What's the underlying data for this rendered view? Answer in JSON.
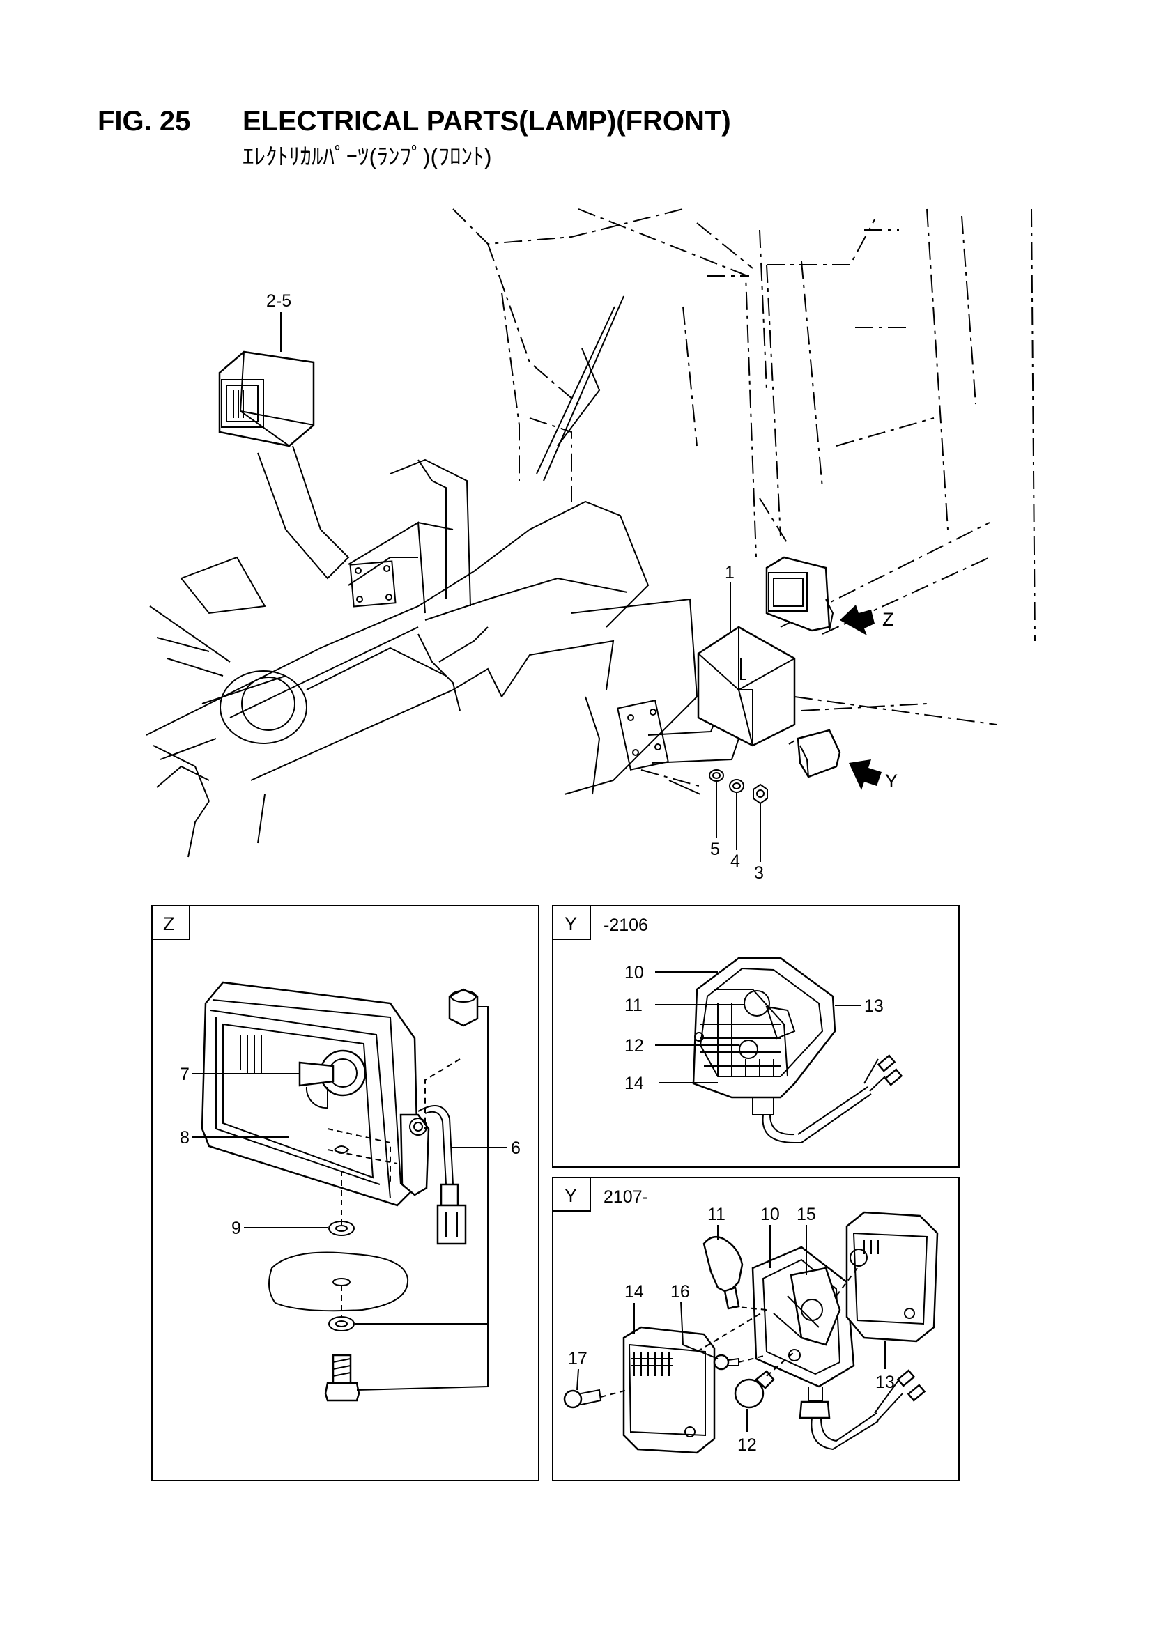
{
  "header": {
    "fig_number": "FIG. 25",
    "title": "ELECTRICAL PARTS(LAMP)(FRONT)",
    "subtitle": "ｴﾚｸﾄﾘｶﾙﾊﾟｰﾂ(ﾗﾝﾌﾟ)(ﾌﾛﾝﾄ)"
  },
  "overview": {
    "callouts": [
      "2-5",
      "1",
      "5",
      "4",
      "3"
    ],
    "views": [
      "Z",
      "Y"
    ]
  },
  "detail_z": {
    "view_label": "Z",
    "callouts": [
      "7",
      "8",
      "9",
      "6"
    ]
  },
  "detail_y1": {
    "view_label": "Y",
    "serial_range": "-2106",
    "callouts": [
      "10",
      "11",
      "12",
      "14",
      "13"
    ]
  },
  "detail_y2": {
    "view_label": "Y",
    "serial_range": "2107-",
    "callouts": [
      "11",
      "10",
      "15",
      "16",
      "14",
      "17",
      "12",
      "13"
    ]
  }
}
